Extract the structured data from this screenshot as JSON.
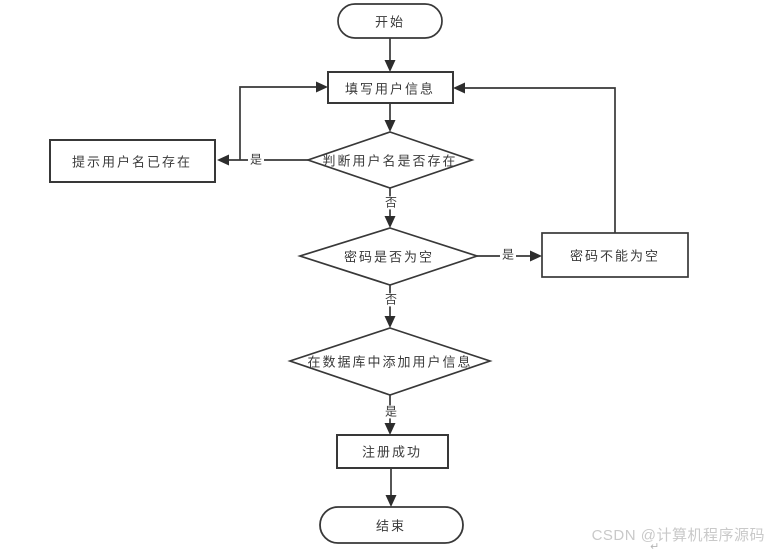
{
  "canvas": {
    "background": "#ffffff",
    "line_color": "#383838",
    "text_color": "#3a3a3a",
    "watermark_color": "#c9c9c9"
  },
  "flowchart": {
    "nodes": {
      "start": {
        "label": "开始",
        "type": "terminator"
      },
      "fill_info": {
        "label": "填写用户信息",
        "type": "process"
      },
      "check_username": {
        "label": "判断用户名是否存在",
        "type": "decision"
      },
      "prompt_exists": {
        "label": "提示用户名已存在",
        "type": "process"
      },
      "check_password": {
        "label": "密码是否为空",
        "type": "decision"
      },
      "password_warning": {
        "label": "密码不能为空",
        "type": "process"
      },
      "add_user_db": {
        "label": "在数据库中添加用户信息",
        "type": "decision"
      },
      "register_success": {
        "label": "注册成功",
        "type": "process"
      },
      "end": {
        "label": "结束",
        "type": "terminator"
      }
    },
    "edge_labels": {
      "yes_left": "是",
      "no_1": "否",
      "yes_right": "是",
      "no_2": "否",
      "yes_bottom": "是"
    }
  },
  "watermark": {
    "text": "CSDN @计算机程序源码",
    "return_mark": "↵"
  }
}
